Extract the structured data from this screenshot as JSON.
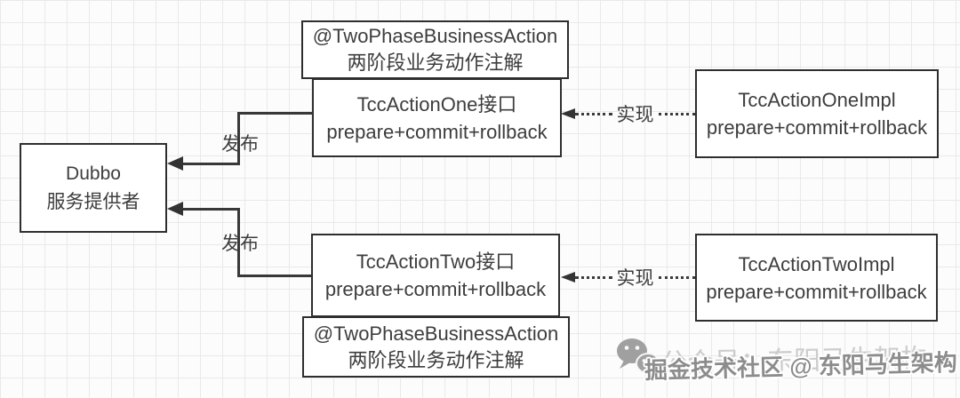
{
  "colors": {
    "background": "#fcfcfc",
    "grid_line": "#e9e9e9",
    "box_border": "#2e2e2e",
    "box_fill": "#ffffff",
    "text": "#3d3d3d",
    "edge": "#383838",
    "watermark_light": "#cccccc",
    "watermark_dark": "#8c8c8c"
  },
  "nodes": {
    "annotation_top": {
      "line1": "@TwoPhaseBusinessAction",
      "line2": "两阶段业务动作注解"
    },
    "interface_one": {
      "line1": "TccActionOne接口",
      "line2": "prepare+commit+rollback"
    },
    "impl_one": {
      "line1": "TccActionOneImpl",
      "line2": "prepare+commit+rollback"
    },
    "dubbo": {
      "line1": "Dubbo",
      "line2": "服务提供者"
    },
    "interface_two": {
      "line1": "TccActionTwo接口",
      "line2": "prepare+commit+rollback"
    },
    "annotation_bottom": {
      "line1": "@TwoPhaseBusinessAction",
      "line2": "两阶段业务动作注解"
    },
    "impl_two": {
      "line1": "TccActionTwoImpl",
      "line2": "prepare+commit+rollback"
    }
  },
  "edges": {
    "publish_one": {
      "label": "发布"
    },
    "publish_two": {
      "label": "发布"
    },
    "realize_one": {
      "label": "实现"
    },
    "realize_two": {
      "label": "实现"
    }
  },
  "watermark": {
    "icon": "wechat-icon",
    "light_text": "公众号：东阳马生架构",
    "dark_text": "掘金技术社区 @ 东阳马生架构"
  }
}
